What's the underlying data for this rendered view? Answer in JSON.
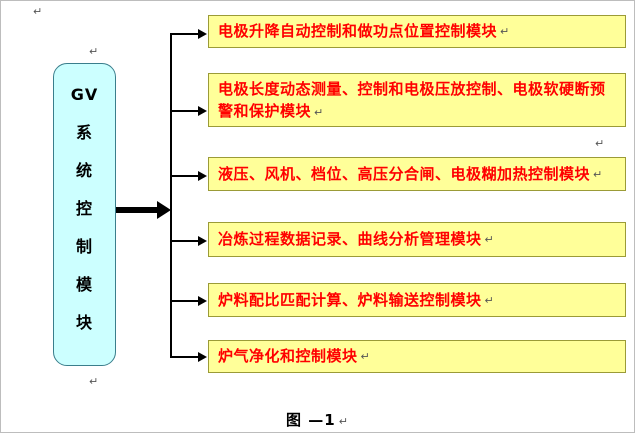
{
  "diagram": {
    "root_box": {
      "lines": [
        "GV",
        "系",
        "统",
        "控",
        "制",
        "模",
        "块"
      ]
    },
    "modules": [
      {
        "label": "电极升降自动控制和做功点位置控制模块"
      },
      {
        "label": "电极长度动态测量、控制和电极压放控制、电极软硬断预警和保护模块"
      },
      {
        "label": "液压、风机、档位、高压分合闸、电极糊加热控制模块"
      },
      {
        "label": "冶炼过程数据记录、曲线分析管理模块"
      },
      {
        "label": "炉料配比匹配计算、炉料输送控制模块"
      },
      {
        "label": "炉气净化和控制模块"
      }
    ],
    "caption": "图 —1",
    "paragraph_mark": "↵",
    "colors": {
      "module_fill": "#FFFF99",
      "module_border": "#9B9B37",
      "module_text": "#FF0000",
      "root_fill": "#CCFFFF",
      "root_border": "#3A7E8C",
      "root_text": "#000000",
      "connector": "#000000"
    }
  }
}
